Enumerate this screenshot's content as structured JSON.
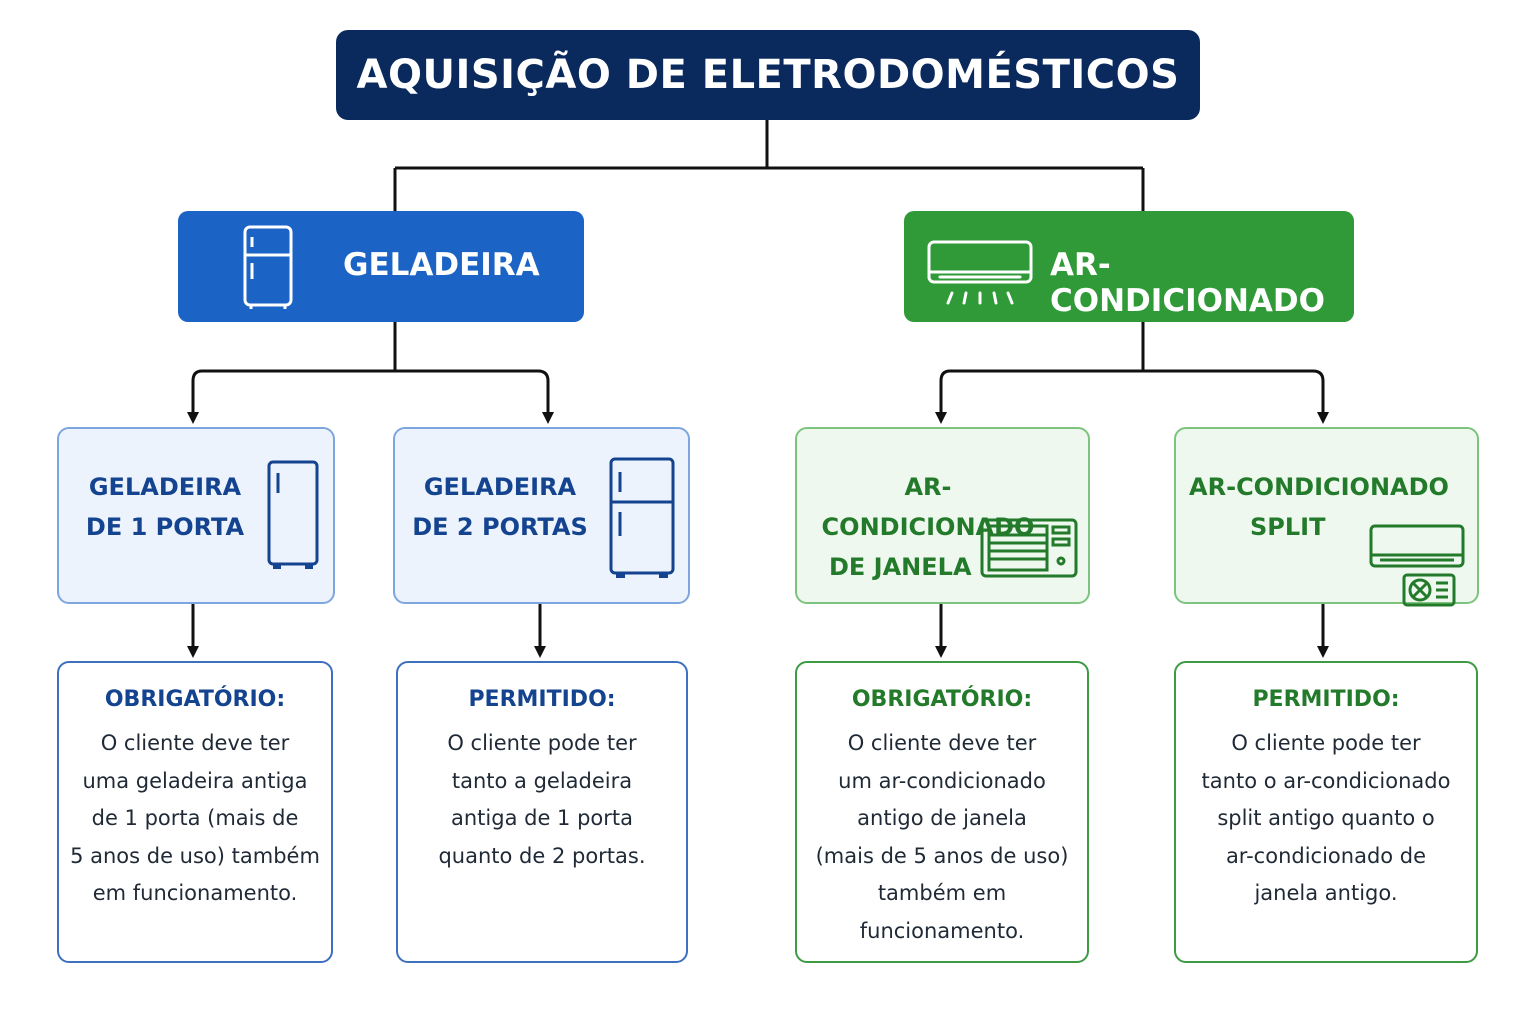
{
  "title": "AQUISIÇÃO DE ELETRODOMÉSTICOS",
  "colors": {
    "navy": "#0a2a5e",
    "blue": "#1b63c4",
    "green": "#2f9a37",
    "light_blue_fill": "#edf3fc",
    "light_green_fill": "#eef8ee"
  },
  "categories": [
    {
      "label": "GELADEIRA",
      "icon": "refrigerator-icon",
      "options": [
        {
          "label_lines": [
            "GELADEIRA",
            "DE 1 PORTA"
          ],
          "icon": "single-door-fridge-icon",
          "detail_heading": "OBRIGATÓRIO:",
          "detail_lines": [
            "O cliente deve ter",
            "uma geladeira antiga",
            "de 1 porta (mais de",
            "5 anos de uso) também",
            "em funcionamento."
          ]
        },
        {
          "label_lines": [
            "GELADEIRA",
            "DE 2 PORTAS"
          ],
          "icon": "two-door-fridge-icon",
          "detail_heading": "PERMITIDO:",
          "detail_lines": [
            "O cliente pode ter",
            "tanto a geladeira",
            "antiga de 1 porta",
            "quanto de 2 portas."
          ]
        }
      ]
    },
    {
      "label": "AR-CONDICIONADO",
      "icon": "air-conditioner-icon",
      "options": [
        {
          "label_lines": [
            "AR-CONDICIONADO",
            "DE JANELA"
          ],
          "icon": "window-ac-icon",
          "detail_heading": "OBRIGATÓRIO:",
          "detail_lines": [
            "O cliente deve ter",
            "um ar-condicionado",
            "antigo de janela",
            "(mais de 5 anos de uso)",
            "também em",
            "funcionamento."
          ]
        },
        {
          "label_lines": [
            "AR-CONDICIONADO",
            "SPLIT"
          ],
          "icon": "split-ac-icon",
          "detail_heading": "PERMITIDO:",
          "detail_lines": [
            "O cliente pode ter",
            "tanto o ar-condicionado",
            "split antigo quanto o",
            "ar-condicionado de",
            "janela antigo."
          ]
        }
      ]
    }
  ]
}
